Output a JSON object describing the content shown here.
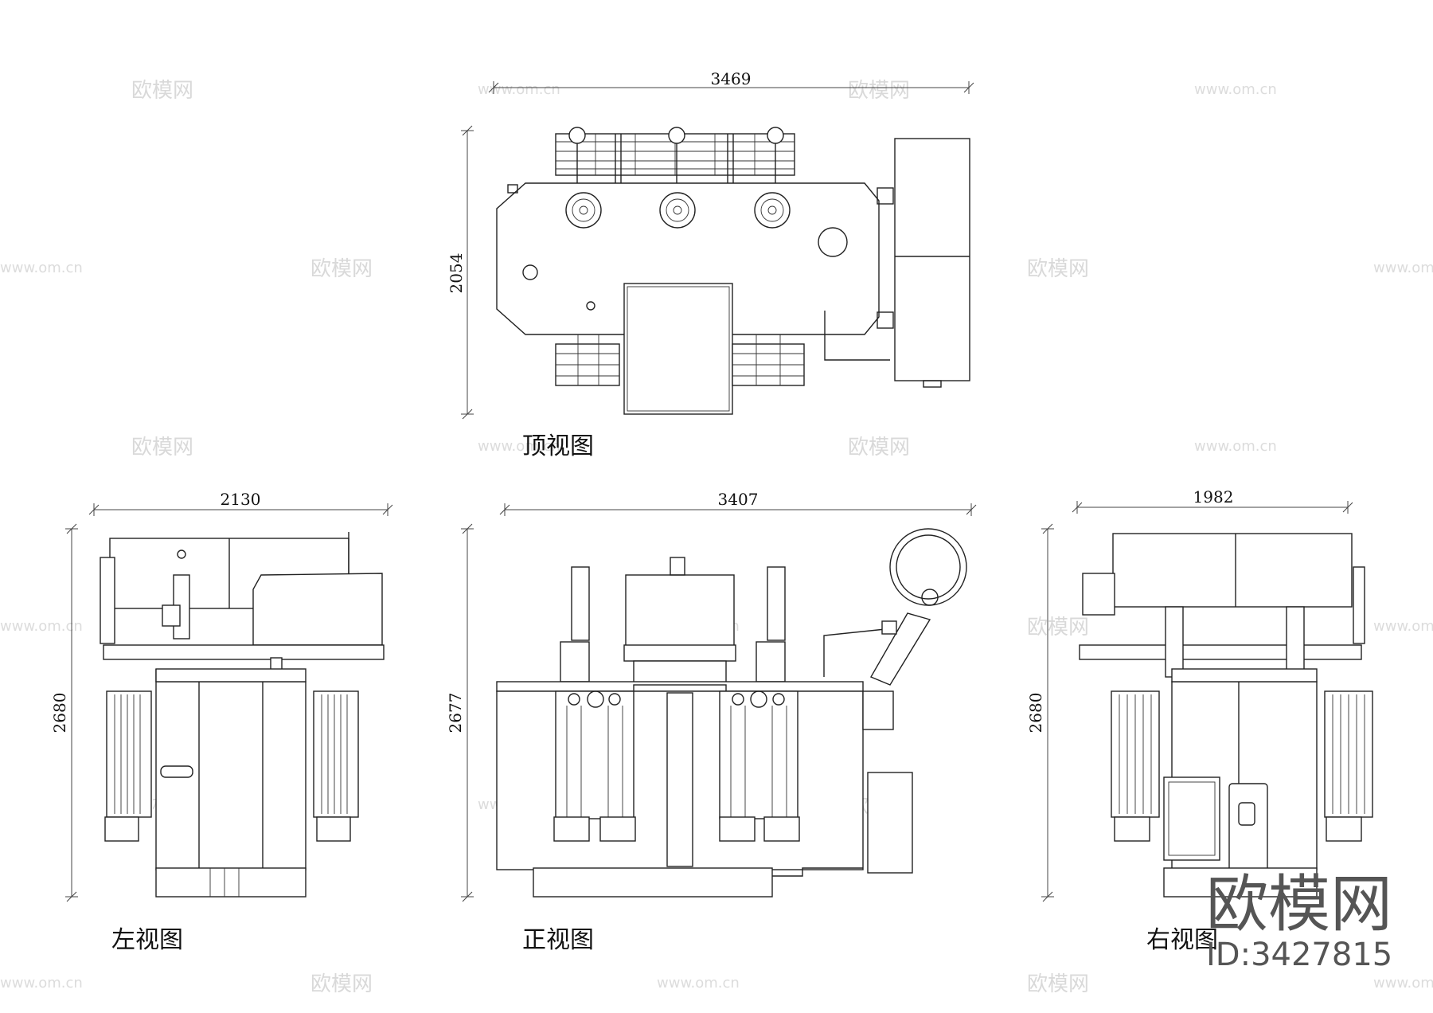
{
  "views": {
    "top": {
      "caption": "顶视图",
      "width_dim": "3469",
      "height_dim": "2054"
    },
    "left": {
      "caption": "左视图",
      "width_dim": "2130",
      "height_dim": "2680"
    },
    "front": {
      "caption": "正视图",
      "width_dim": "3407",
      "height_dim": "2677"
    },
    "right": {
      "caption": "右视图",
      "width_dim": "1982",
      "height_dim": "2680"
    }
  },
  "watermark": {
    "brand": "欧模网",
    "url": "www.om.cn"
  },
  "stamp": {
    "brand": "欧模网",
    "id": "ID:3427815"
  }
}
